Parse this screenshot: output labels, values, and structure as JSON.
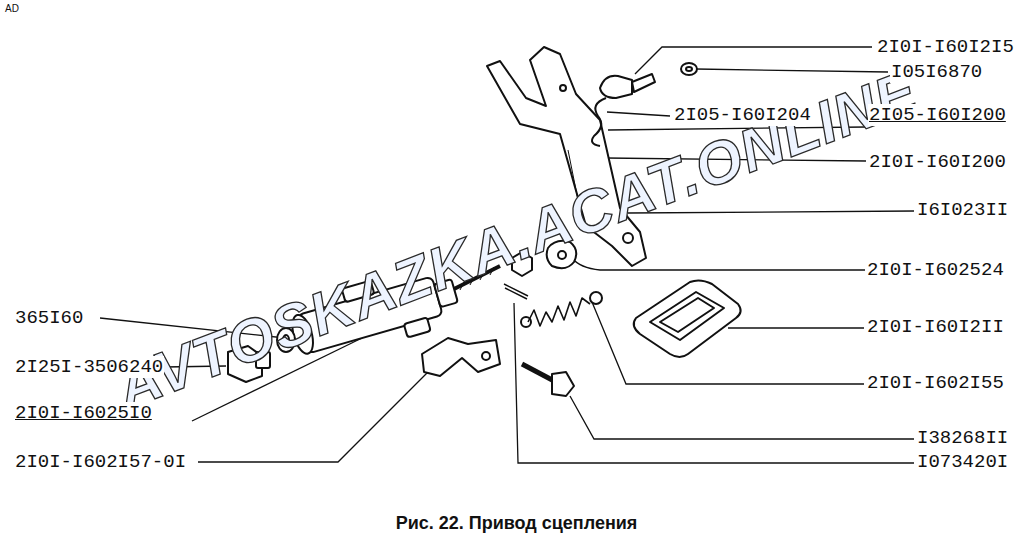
{
  "diagram": {
    "caption": "Рис. 22. Привод сцепления",
    "labels": [
      "AD",
      "2I0I-I60I2I5",
      "I05I6870",
      "2I05-I60I204",
      "2I05-I60I200",
      "2I0I-I60I200",
      "I6I023II",
      "2I0I-I602524",
      "365I60",
      "2I0I-I60I2II",
      "2I25I-3506240",
      "2I0I-I602I55",
      "2I0I-I6025I0",
      "I38268II",
      "2I0I-I602I57-0I",
      "I073420I",
      "AVTOSKAZKA.ACAT.ONLINE"
    ]
  }
}
